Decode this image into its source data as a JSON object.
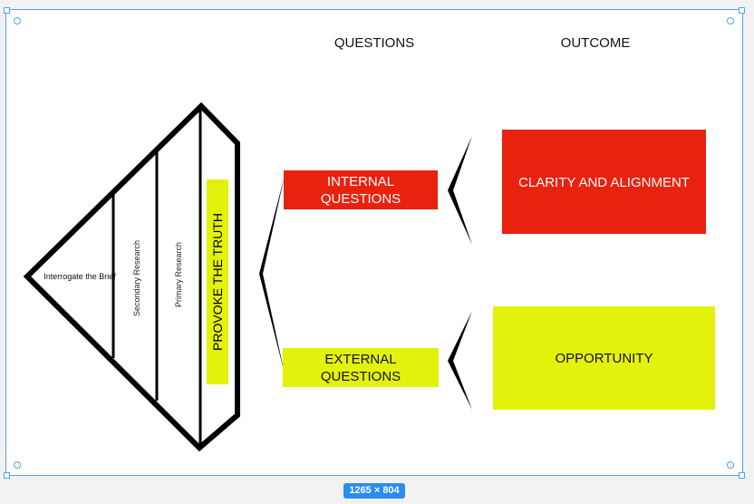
{
  "headers": {
    "questions": "QUESTIONS",
    "outcome": "OUTCOME"
  },
  "pyramid": {
    "brief": "Interrogate the Brief",
    "secondary": "Secondary Research",
    "primary": "Primary Research",
    "provoke": "PROVOKE THE TRUTH"
  },
  "questions": {
    "internal": "INTERNAL QUESTIONS",
    "external": "EXTERNAL QUESTIONS"
  },
  "outcomes": {
    "clarity": "CLARITY AND ALIGNMENT",
    "opportunity": "OPPORTUNITY"
  },
  "canvas_size": "1265 × 804",
  "colors": {
    "red": "#e8220f",
    "yellow": "#e2f20a",
    "selection": "#4da3f0"
  }
}
